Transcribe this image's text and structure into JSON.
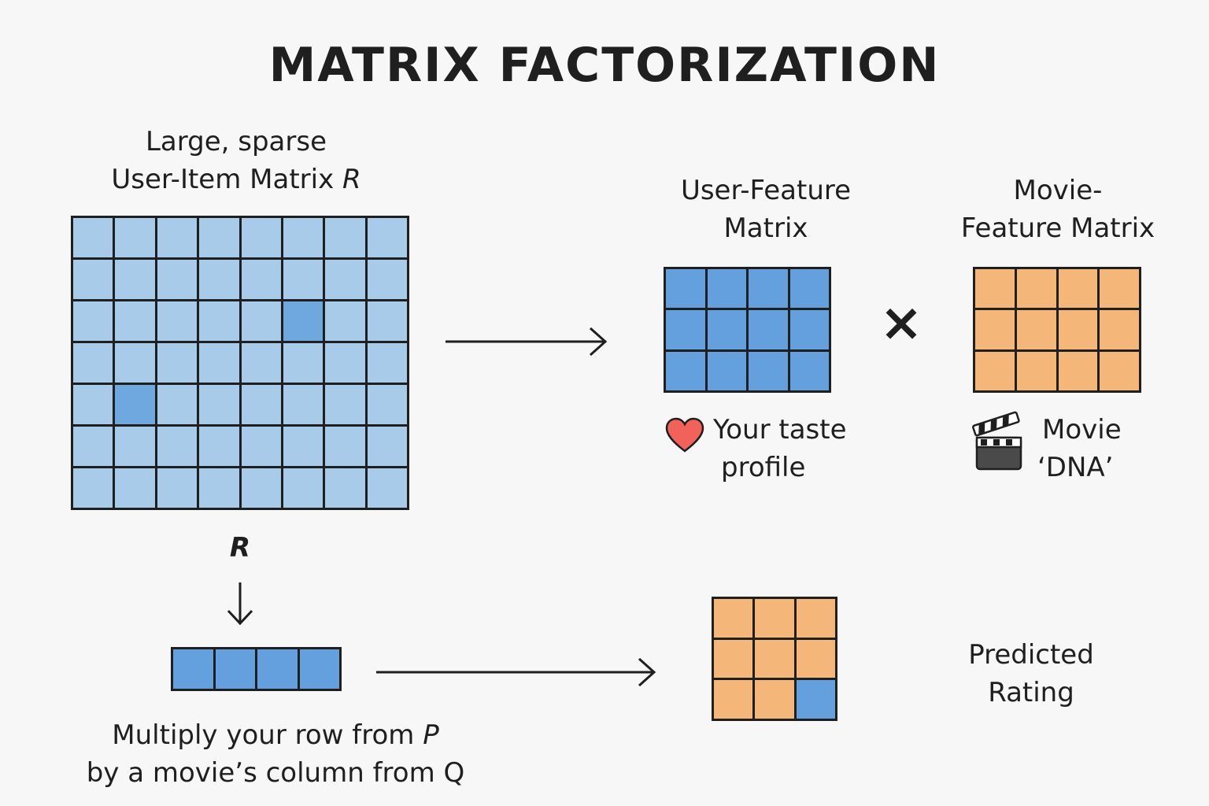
{
  "title": "MATRIX FACTORIZATION",
  "user_item": {
    "label_line1": "Large, sparse",
    "label_line2_prefix": "User-Item Matrix ",
    "label_line2_symbol": "R",
    "below_symbol": "R",
    "rows": 7,
    "cols": 8,
    "highlighted_cells": [
      [
        2,
        5
      ],
      [
        4,
        1
      ]
    ]
  },
  "user_feature": {
    "label_line1": "User-Feature",
    "label_line2": "Matrix",
    "rows": 3,
    "cols": 4,
    "caption_line1": "Your taste",
    "caption_line2": "profile",
    "icon": "heart-icon"
  },
  "multiply_symbol": "×",
  "movie_feature": {
    "label_line1": "Movie-",
    "label_line2": "Feature Matrix",
    "rows": 3,
    "cols": 4,
    "caption_line1": "Movie",
    "caption_line2": "‘DNA’",
    "icon": "clapperboard-icon"
  },
  "row_vector": {
    "cols": 4,
    "caption_line1_prefix": "Multiply your row from ",
    "caption_line1_symbol": "P",
    "caption_line2": "by a movie’s column from Q"
  },
  "prediction": {
    "rows": 3,
    "cols": 3,
    "highlighted_cell": [
      2,
      2
    ],
    "label_line1": "Predicted",
    "label_line2": "Rating"
  },
  "colors": {
    "background": "#f7f7f7",
    "sparse_cell": "#a8cbea",
    "sparse_highlight": "#6fa8de",
    "feature_blue": "#64a0de",
    "feature_orange": "#f5b679",
    "heart": "#f0625a",
    "ink": "#1f1f1f"
  }
}
